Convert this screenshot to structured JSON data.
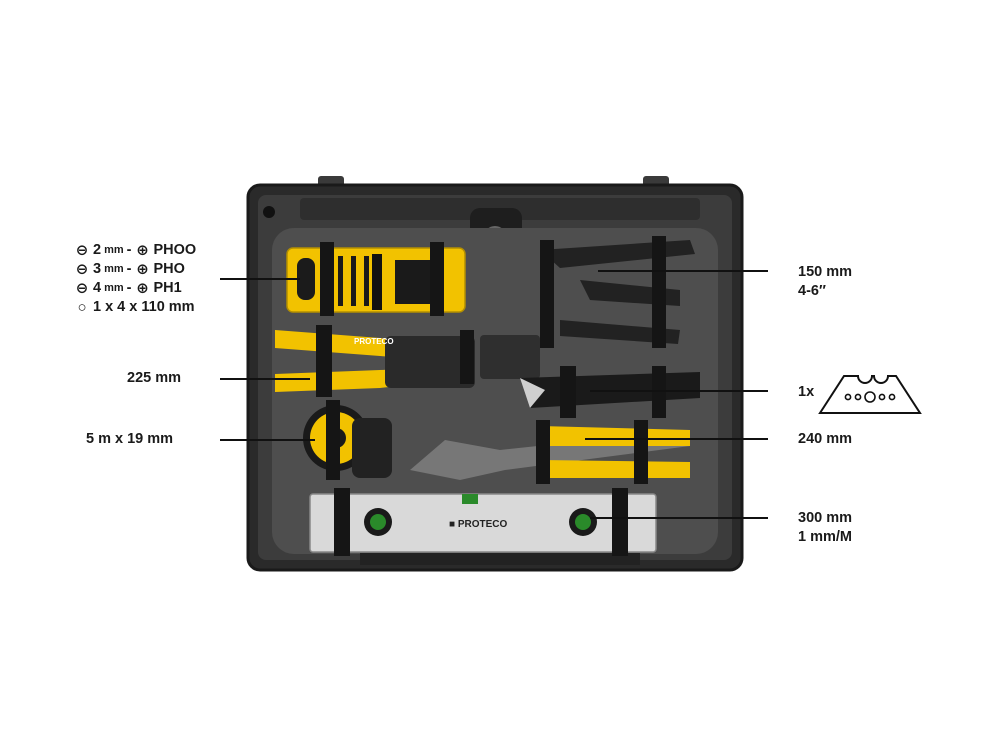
{
  "brand": "PROTECO",
  "bits_spec": [
    {
      "flat": "⊖",
      "size": "2",
      "unit": "mm",
      "sep": "-",
      "cross": "⊕",
      "ph": "PHOO"
    },
    {
      "flat": "⊖",
      "size": "3",
      "unit": "mm",
      "sep": "-",
      "cross": "⊕",
      "ph": "PHO"
    },
    {
      "flat": "⊖",
      "size": "4",
      "unit": "mm",
      "sep": "-",
      "cross": "⊕",
      "ph": "PH1"
    }
  ],
  "bits_extra": {
    "sym": "○",
    "text": "1 x 4 x 110 mm"
  },
  "labels": {
    "pliers": "225 mm",
    "tape": "5 m x 19 mm",
    "clamp_line1": "150 mm",
    "clamp_line2": "4-6″",
    "blade_count": "1x",
    "wrench": "240 mm",
    "level_line1": "300 mm",
    "level_line2": "1 mm/M"
  },
  "colors": {
    "yellow": "#f2c200",
    "case": "#2b2b2b",
    "foam": "#4a4a4a",
    "strap": "#151515"
  }
}
